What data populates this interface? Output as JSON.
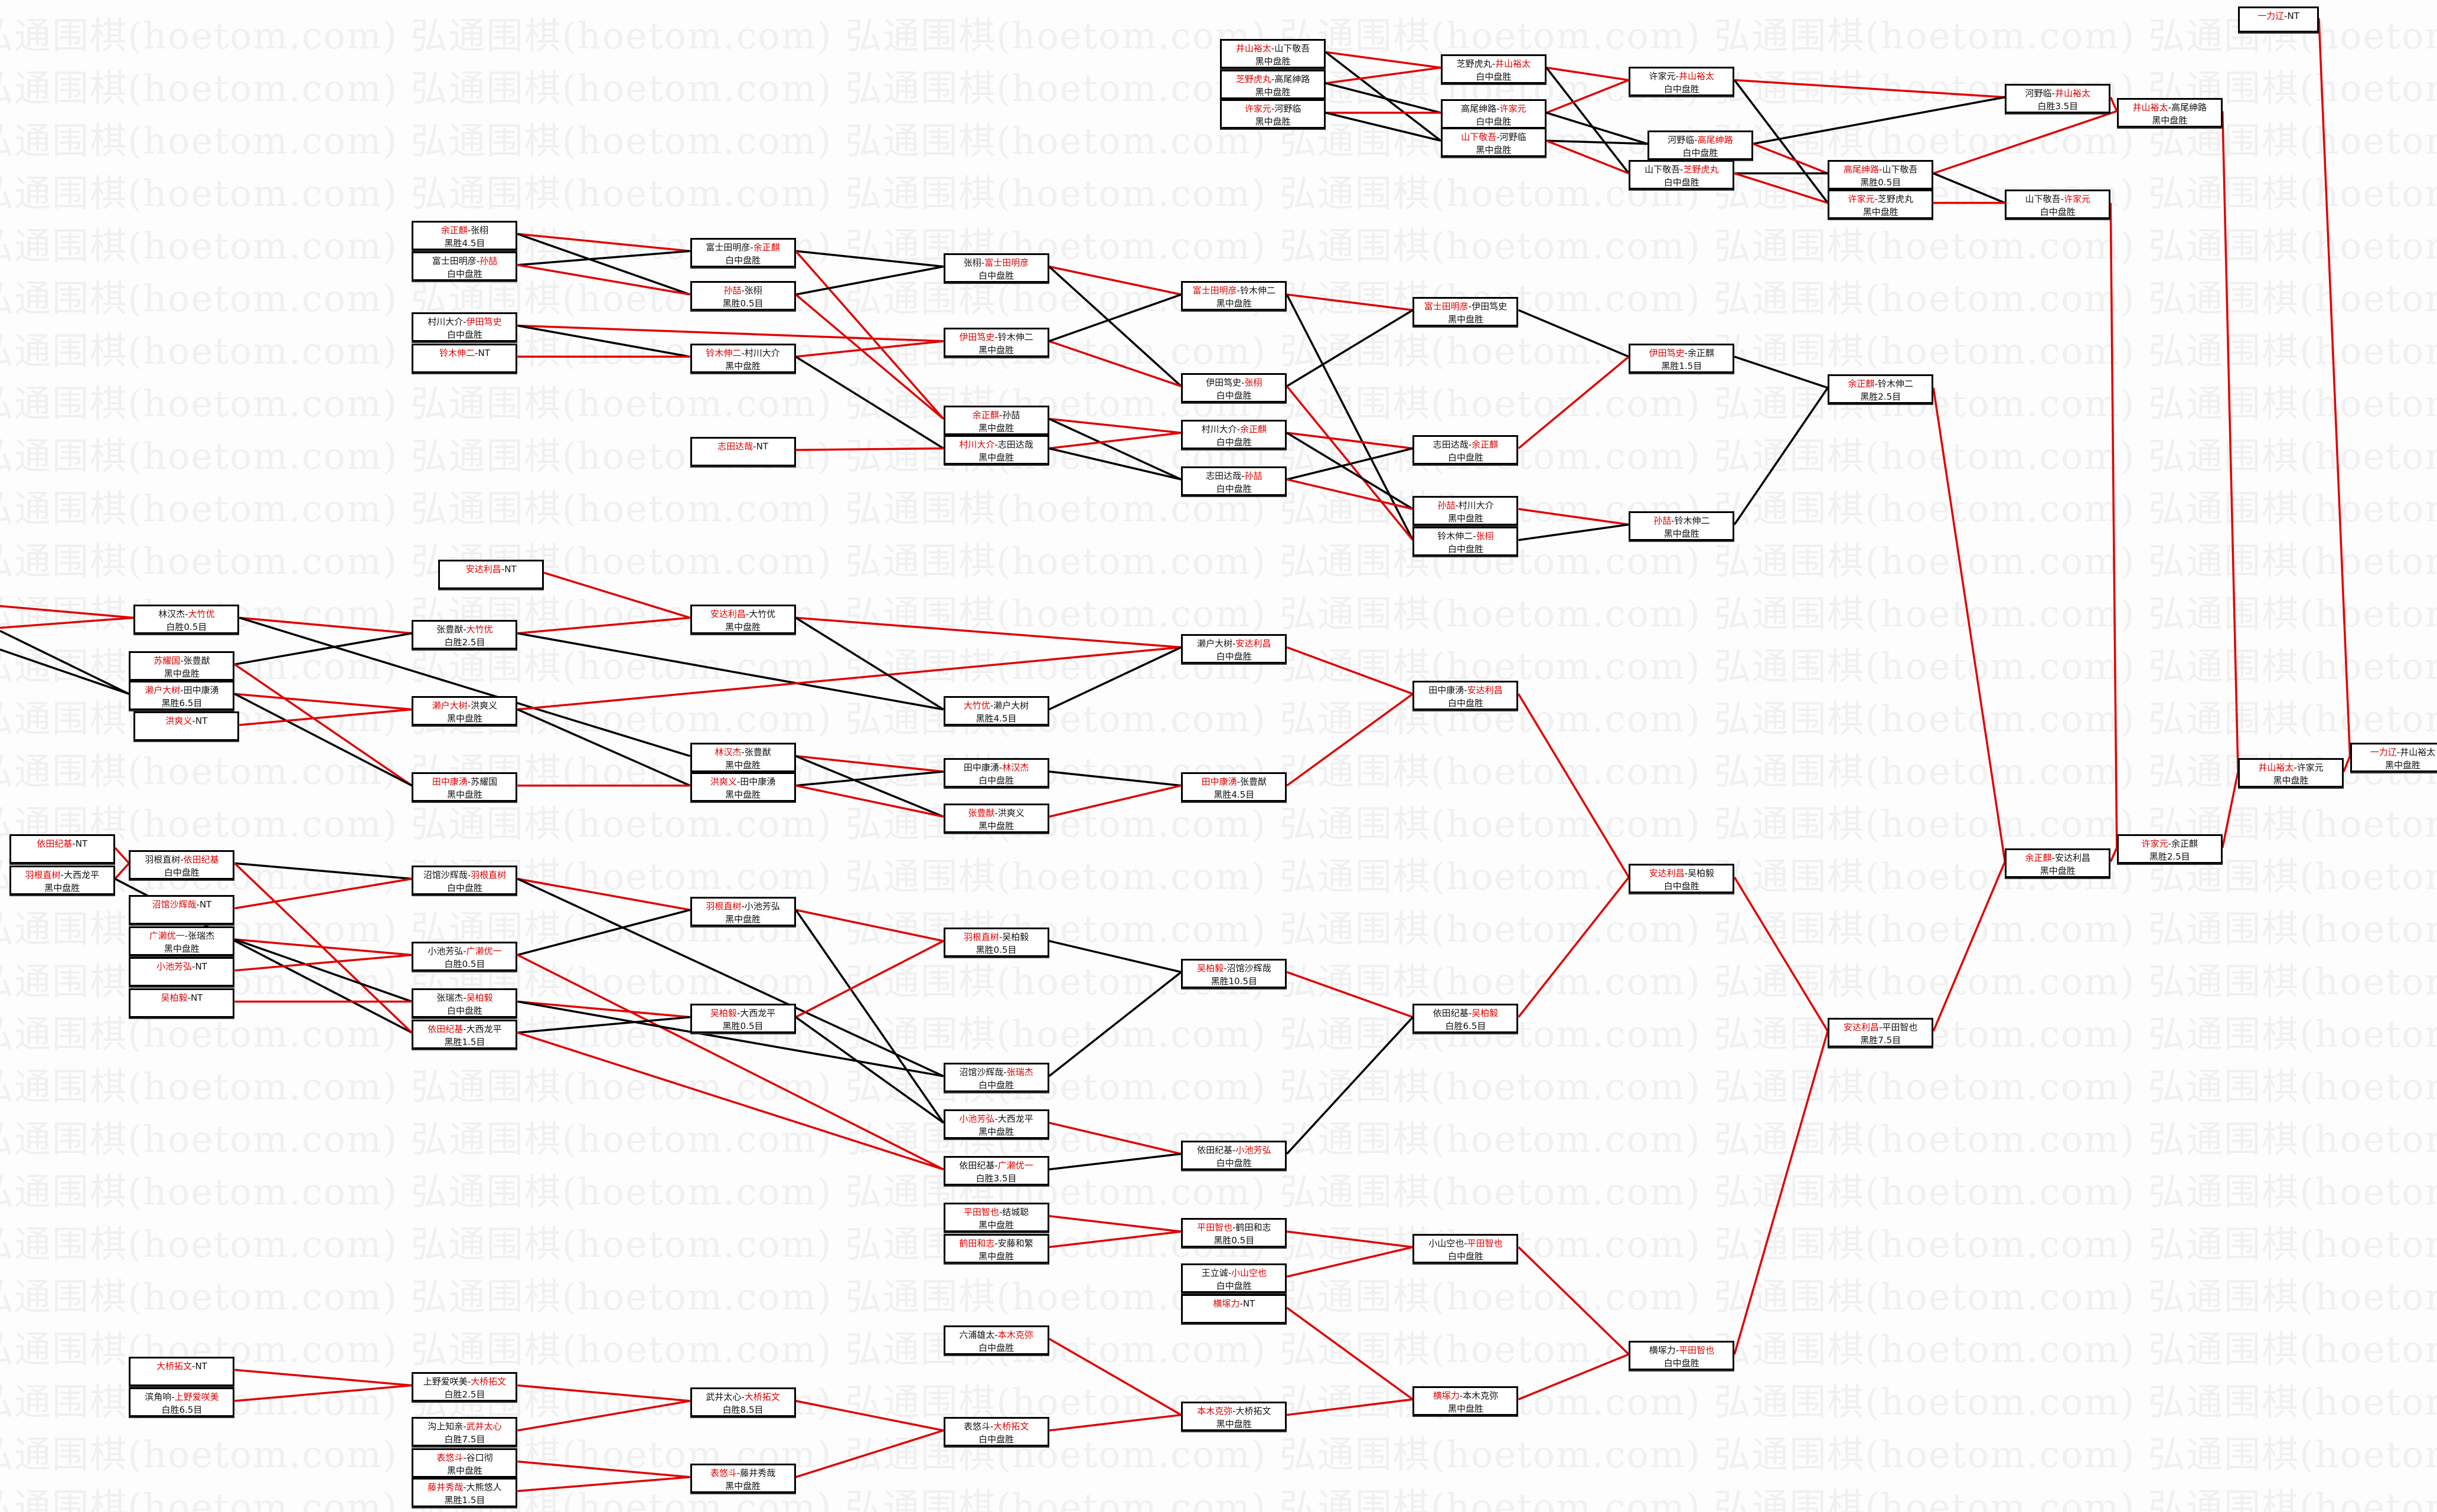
{
  "watermark": "弘通围棋(hoetom.com)",
  "separator": "-",
  "colors": {
    "winner": "#e00000",
    "loser_line": "#000000",
    "border": "#000000"
  },
  "matches": [
    {
      "a": "井山裕太",
      "b": "山下敬吾",
      "w": 0,
      "r": "黑中盘胜"
    },
    {
      "a": "芝野虎丸",
      "b": "高尾绅路",
      "w": 0,
      "r": "黑中盘胜"
    },
    {
      "a": "许家元",
      "b": "河野临",
      "w": 0,
      "r": "黑中盘胜"
    },
    {
      "a": "芝野虎丸",
      "b": "井山裕太",
      "w": 1,
      "r": "白中盘胜"
    },
    {
      "a": "高尾绅路",
      "b": "许家元",
      "w": 1,
      "r": "白中盘胜"
    },
    {
      "a": "山下敬吾",
      "b": "河野临",
      "w": 0,
      "r": "黑中盘胜"
    },
    {
      "a": "许家元",
      "b": "井山裕太",
      "w": 1,
      "r": "白中盘胜"
    },
    {
      "a": "河野临",
      "b": "高尾绅路",
      "w": 1,
      "r": "白中盘胜"
    },
    {
      "a": "山下敬吾",
      "b": "芝野虎丸",
      "w": 1,
      "r": "白中盘胜"
    },
    {
      "a": "高尾绅路",
      "b": "山下敬吾",
      "w": 0,
      "r": "黑胜0.5目"
    },
    {
      "a": "许家元",
      "b": "芝野虎丸",
      "w": 0,
      "r": "黑中盘胜"
    },
    {
      "a": "河野临",
      "b": "井山裕太",
      "w": 1,
      "r": "白胜3.5目"
    },
    {
      "a": "山下敬吾",
      "b": "许家元",
      "w": 1,
      "r": "白中盘胜"
    },
    {
      "a": "井山裕太",
      "b": "高尾绅路",
      "w": 0,
      "r": "黑中盘胜"
    },
    {
      "a": "一力辽",
      "b": "NT",
      "w": 0,
      "r": ""
    },
    {
      "a": "余正麒",
      "b": "张栩",
      "w": 0,
      "r": "黑胜4.5目"
    },
    {
      "a": "富士田明彦",
      "b": "孙喆",
      "w": 1,
      "r": "白中盘胜"
    },
    {
      "a": "村川大介",
      "b": "伊田笃史",
      "w": 1,
      "r": "白中盘胜"
    },
    {
      "a": "铃木伸二",
      "b": "NT",
      "w": 0,
      "r": ""
    },
    {
      "a": "富士田明彦",
      "b": "余正麒",
      "w": 1,
      "r": "白中盘胜"
    },
    {
      "a": "孙喆",
      "b": "张栩",
      "w": 0,
      "r": "黑胜0.5目"
    },
    {
      "a": "铃木伸二",
      "b": "村川大介",
      "w": 0,
      "r": "黑中盘胜"
    },
    {
      "a": "志田达哉",
      "b": "NT",
      "w": 0,
      "r": ""
    },
    {
      "a": "张栩",
      "b": "富士田明彦",
      "w": 1,
      "r": "白中盘胜"
    },
    {
      "a": "伊田笃史",
      "b": "铃木伸二",
      "w": 0,
      "r": "黑中盘胜"
    },
    {
      "a": "余正麒",
      "b": "孙喆",
      "w": 0,
      "r": "黑中盘胜"
    },
    {
      "a": "村川大介",
      "b": "志田达哉",
      "w": 0,
      "r": "黑中盘胜"
    },
    {
      "a": "富士田明彦",
      "b": "铃木伸二",
      "w": 0,
      "r": "黑中盘胜"
    },
    {
      "a": "伊田笃史",
      "b": "张栩",
      "w": 1,
      "r": "白中盘胜"
    },
    {
      "a": "村川大介",
      "b": "余正麒",
      "w": 1,
      "r": "白中盘胜"
    },
    {
      "a": "志田达哉",
      "b": "孙喆",
      "w": 1,
      "r": "白中盘胜"
    },
    {
      "a": "富士田明彦",
      "b": "伊田笃史",
      "w": 0,
      "r": "黑中盘胜"
    },
    {
      "a": "志田达哉",
      "b": "余正麒",
      "w": 1,
      "r": "白中盘胜"
    },
    {
      "a": "孙喆",
      "b": "村川大介",
      "w": 0,
      "r": "黑中盘胜"
    },
    {
      "a": "铃木伸二",
      "b": "张栩",
      "w": 1,
      "r": "白中盘胜"
    },
    {
      "a": "伊田笃史",
      "b": "余正麒",
      "w": 0,
      "r": "黑胜1.5目"
    },
    {
      "a": "孙喆",
      "b": "铃木伸二",
      "w": 0,
      "r": "黑中盘胜"
    },
    {
      "a": "余正麒",
      "b": "铃木伸二",
      "w": 0,
      "r": "黑胜2.5目"
    },
    {
      "a": "安达利昌",
      "b": "NT",
      "w": 0,
      "r": ""
    },
    {
      "a": "林汉杰",
      "b": "大竹优",
      "w": 1,
      "r": "白胜0.5目"
    },
    {
      "a": "苏耀国",
      "b": "张豊猷",
      "w": 0,
      "r": "黑中盘胜"
    },
    {
      "a": "濑户大树",
      "b": "田中康湧",
      "w": 0,
      "r": "黑胜6.5目"
    },
    {
      "a": "洪爽义",
      "b": "NT",
      "w": 0,
      "r": ""
    },
    {
      "a": "张豊猷",
      "b": "大竹优",
      "w": 1,
      "r": "白胜2.5目"
    },
    {
      "a": "濑户大树",
      "b": "洪爽义",
      "w": 0,
      "r": "黑中盘胜"
    },
    {
      "a": "田中康湧",
      "b": "苏耀国",
      "w": 0,
      "r": "黑中盘胜"
    },
    {
      "a": "安达利昌",
      "b": "大竹优",
      "w": 0,
      "r": "黑中盘胜"
    },
    {
      "a": "林汉杰",
      "b": "张豊猷",
      "w": 0,
      "r": "黑中盘胜"
    },
    {
      "a": "洪爽义",
      "b": "田中康湧",
      "w": 0,
      "r": "黑中盘胜"
    },
    {
      "a": "大竹优",
      "b": "濑户大树",
      "w": 0,
      "r": "黑胜4.5目"
    },
    {
      "a": "田中康湧",
      "b": "林汉杰",
      "w": 1,
      "r": "白中盘胜"
    },
    {
      "a": "张豊猷",
      "b": "洪爽义",
      "w": 0,
      "r": "黑中盘胜"
    },
    {
      "a": "濑户大树",
      "b": "安达利昌",
      "w": 1,
      "r": "白中盘胜"
    },
    {
      "a": "田中康湧",
      "b": "张豊猷",
      "w": 0,
      "r": "黑胜4.5目"
    },
    {
      "a": "田中康湧",
      "b": "安达利昌",
      "w": 1,
      "r": "白中盘胜"
    },
    {
      "a": "依田纪基",
      "b": "NT",
      "w": 0,
      "r": ""
    },
    {
      "a": "羽根直树",
      "b": "大西龙平",
      "w": 0,
      "r": "黑中盘胜"
    },
    {
      "a": "羽根直树",
      "b": "依田纪基",
      "w": 1,
      "r": "白中盘胜"
    },
    {
      "a": "沼馆沙辉哉",
      "b": "NT",
      "w": 0,
      "r": ""
    },
    {
      "a": "广濑优一",
      "b": "张瑞杰",
      "w": 0,
      "r": "黑中盘胜"
    },
    {
      "a": "小池芳弘",
      "b": "NT",
      "w": 0,
      "r": ""
    },
    {
      "a": "吴柏毅",
      "b": "NT",
      "w": 0,
      "r": ""
    },
    {
      "a": "沼馆沙辉哉",
      "b": "羽根直树",
      "w": 1,
      "r": "白中盘胜"
    },
    {
      "a": "小池芳弘",
      "b": "广濑优一",
      "w": 1,
      "r": "白胜0.5目"
    },
    {
      "a": "张瑞杰",
      "b": "吴柏毅",
      "w": 1,
      "r": "白中盘胜"
    },
    {
      "a": "依田纪基",
      "b": "大西龙平",
      "w": 0,
      "r": "黑胜1.5目"
    },
    {
      "a": "羽根直树",
      "b": "小池芳弘",
      "w": 0,
      "r": "黑中盘胜"
    },
    {
      "a": "吴柏毅",
      "b": "大西龙平",
      "w": 0,
      "r": "黑胜0.5目"
    },
    {
      "a": "羽根直树",
      "b": "吴柏毅",
      "w": 0,
      "r": "黑胜0.5目"
    },
    {
      "a": "沼馆沙辉哉",
      "b": "张瑞杰",
      "w": 1,
      "r": "白中盘胜"
    },
    {
      "a": "小池芳弘",
      "b": "大西龙平",
      "w": 0,
      "r": "黑中盘胜"
    },
    {
      "a": "依田纪基",
      "b": "广濑优一",
      "w": 1,
      "r": "白胜3.5目"
    },
    {
      "a": "吴柏毅",
      "b": "沼馆沙辉哉",
      "w": 0,
      "r": "黑胜10.5目"
    },
    {
      "a": "依田纪基",
      "b": "小池芳弘",
      "w": 1,
      "r": "白中盘胜"
    },
    {
      "a": "依田纪基",
      "b": "吴柏毅",
      "w": 1,
      "r": "白胜6.5目"
    },
    {
      "a": "安达利昌",
      "b": "吴柏毅",
      "w": 0,
      "r": "白中盘胜"
    },
    {
      "a": "平田智也",
      "b": "结城聪",
      "w": 0,
      "r": "黑中盘胜"
    },
    {
      "a": "鹤田和志",
      "b": "安藤和繁",
      "w": 0,
      "r": "黑中盘胜"
    },
    {
      "a": "平田智也",
      "b": "鹤田和志",
      "w": 0,
      "r": "黑胜0.5目"
    },
    {
      "a": "王立诚",
      "b": "小山空也",
      "w": 1,
      "r": "白中盘胜"
    },
    {
      "a": "横塚力",
      "b": "NT",
      "w": 0,
      "r": ""
    },
    {
      "a": "小山空也",
      "b": "平田智也",
      "w": 1,
      "r": "白中盘胜"
    },
    {
      "a": "六浦雄太",
      "b": "本木克弥",
      "w": 1,
      "r": "白中盘胜"
    },
    {
      "a": "表悠斗",
      "b": "大桥拓文",
      "w": 1,
      "r": "白中盘胜"
    },
    {
      "a": "本木克弥",
      "b": "大桥拓文",
      "w": 0,
      "r": "黑中盘胜"
    },
    {
      "a": "横塚力",
      "b": "本木克弥",
      "w": 0,
      "r": "黑中盘胜"
    },
    {
      "a": "横塚力",
      "b": "平田智也",
      "w": 1,
      "r": "白中盘胜"
    },
    {
      "a": "大桥拓文",
      "b": "NT",
      "w": 0,
      "r": ""
    },
    {
      "a": "滨角响",
      "b": "上野爱咲美",
      "w": 1,
      "r": "白胜6.5目"
    },
    {
      "a": "上野爱咲美",
      "b": "大桥拓文",
      "w": 1,
      "r": "白胜2.5目"
    },
    {
      "a": "沟上知亲",
      "b": "武井太心",
      "w": 1,
      "r": "白胜7.5目"
    },
    {
      "a": "表悠斗",
      "b": "谷口彻",
      "w": 0,
      "r": "黑中盘胜"
    },
    {
      "a": "藤井秀哉",
      "b": "大熊悠人",
      "w": 0,
      "r": "黑胜1.5目"
    },
    {
      "a": "武井太心",
      "b": "大桥拓文",
      "w": 1,
      "r": "白胜8.5目"
    },
    {
      "a": "表悠斗",
      "b": "藤井秀哉",
      "w": 0,
      "r": "黑中盘胜"
    },
    {
      "a": "安达利昌",
      "b": "平田智也",
      "w": 0,
      "r": "黑胜7.5目"
    },
    {
      "a": "余正麒",
      "b": "安达利昌",
      "w": 0,
      "r": "黑中盘胜"
    },
    {
      "a": "许家元",
      "b": "余正麒",
      "w": 0,
      "r": "黑胜2.5目"
    },
    {
      "a": "井山裕太",
      "b": "许家元",
      "w": 0,
      "r": "黑中盘胜"
    },
    {
      "a": "一力辽",
      "b": "井山裕太",
      "w": 0,
      "r": "黑中盘胜"
    }
  ]
}
